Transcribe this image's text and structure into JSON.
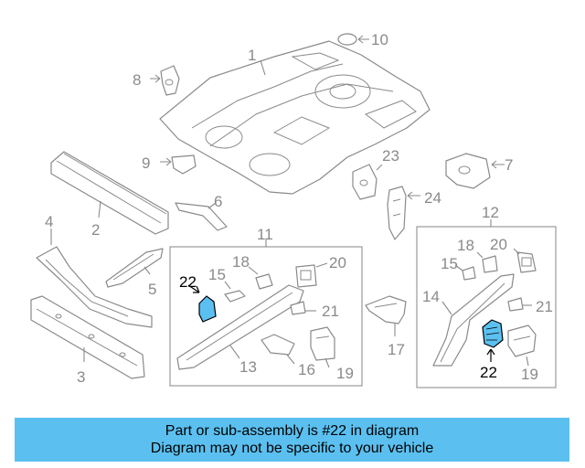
{
  "diagram": {
    "callouts": {
      "c1": "1",
      "c2": "2",
      "c3": "3",
      "c4": "4",
      "c5": "5",
      "c6": "6",
      "c7": "7",
      "c8": "8",
      "c9": "9",
      "c10": "10",
      "c11": "11",
      "c12": "12",
      "c13": "13",
      "c14_right": "14",
      "c15_left": "15",
      "c15_right": "15",
      "c16": "16",
      "c17": "17",
      "c18_left": "18",
      "c18_right": "18",
      "c19_left": "19",
      "c19_right": "19",
      "c20_left": "20",
      "c20_right": "20",
      "c21_left": "21",
      "c21_right": "21",
      "c22_left": "22",
      "c22_right": "22",
      "c23": "23",
      "c24": "24"
    },
    "highlight_color": "#5bc0f0",
    "line_color": "#8a8a8a"
  },
  "banner": {
    "line1": "Part or sub-assembly is #22 in diagram",
    "line2": "Diagram may not be specific to your vehicle",
    "background": "#5bc0f0"
  }
}
